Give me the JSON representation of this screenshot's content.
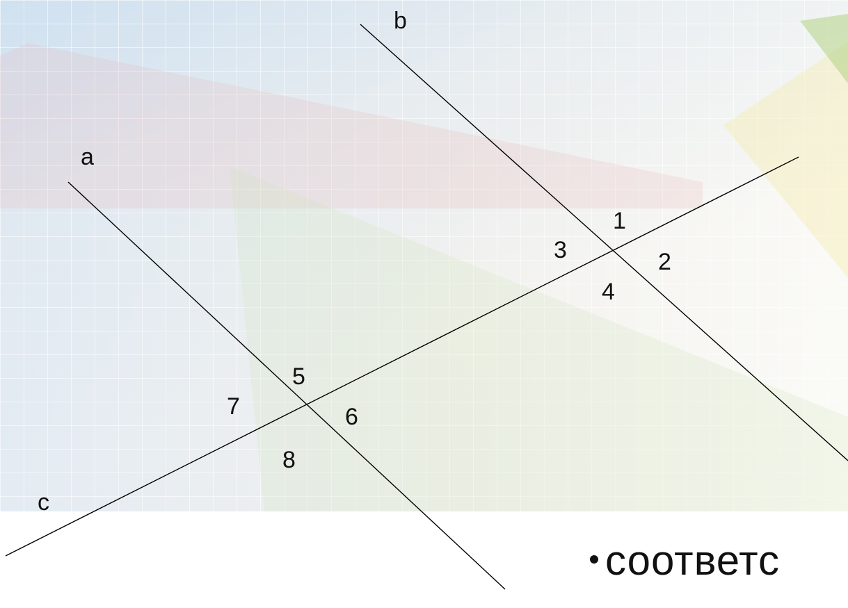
{
  "lines": {
    "a": "a",
    "b": "b",
    "c": "c"
  },
  "angles": [
    "1",
    "2",
    "3",
    "4",
    "5",
    "6",
    "7",
    "8"
  ],
  "bullet": {
    "text": "соответс"
  }
}
